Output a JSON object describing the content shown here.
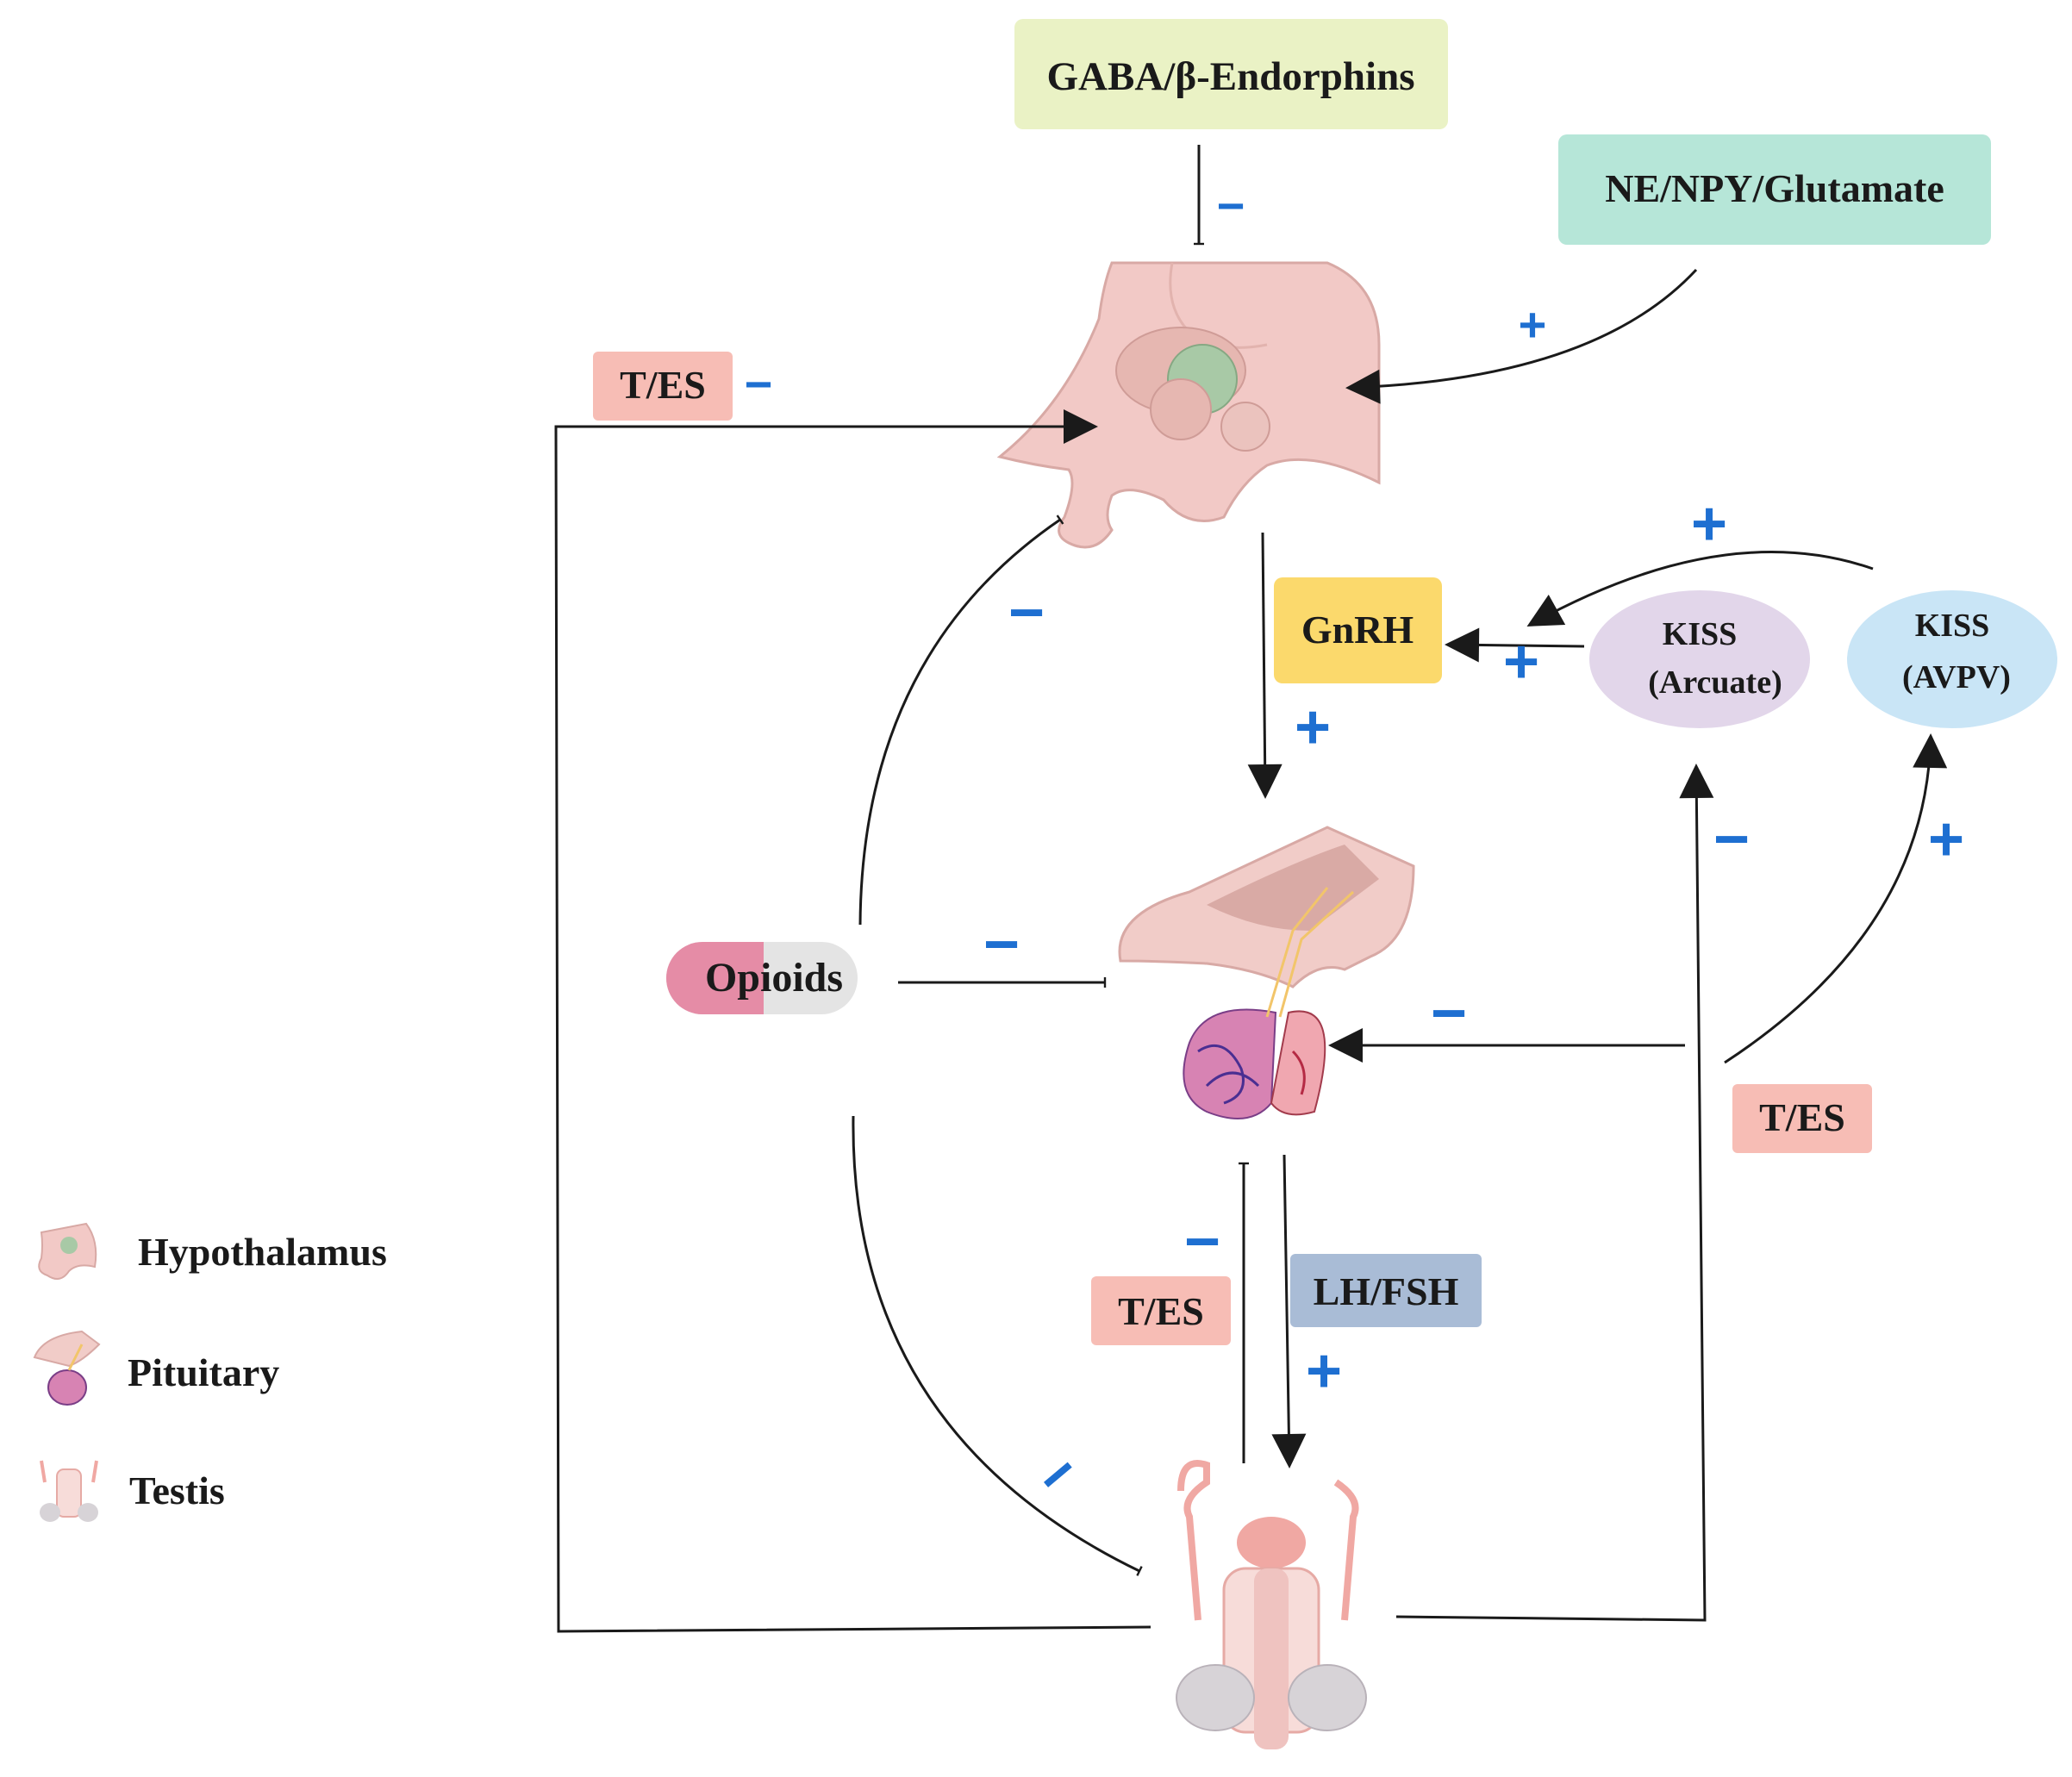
{
  "nodes": {
    "gaba": {
      "label": "GABA/β-Endorphins",
      "color": "#eaf2c5"
    },
    "ne": {
      "label": "NE/NPY/Glutamate",
      "color": "#b6e6d8"
    },
    "gnrh": {
      "label": "GnRH",
      "color": "#fbd96c"
    },
    "kiss_arcuate": {
      "line1": "KISS",
      "line2": "(Arcuate)",
      "color": "#e2d6ea"
    },
    "kiss_avpv": {
      "line1": "KISS",
      "line2": "(AVPV)",
      "color": "#c9e5f6"
    },
    "opioids": {
      "label": "Opioids",
      "color_left": "#e58ca6",
      "color_right": "#e4e4e4"
    },
    "lh_fsh": {
      "label": "LH/FSH",
      "color": "#a9bcd6"
    },
    "tes_top": {
      "label": "T/ES",
      "color": "#f7bdb5"
    },
    "tes_right": {
      "label": "T/ES",
      "color": "#f7bdb5"
    },
    "tes_bottom": {
      "label": "T/ES",
      "color": "#f7bdb5"
    }
  },
  "signs": {
    "gaba_inhibit": "−",
    "ne_stimulate": "+",
    "tes_top": "−",
    "opioid_hypothalamus": "−",
    "kiss_avpv_to_gnrh": "+",
    "kiss_arcuate_to_gnrh": "+",
    "gnrh_to_pituitary": "+",
    "opioid_pituitary": "−",
    "tes_to_arcuate": "−",
    "tes_to_avpv": "+",
    "tes_to_pituitary": "−",
    "tes_testis_pituitary": "−",
    "lh_fsh": "+",
    "opioid_testis": "−"
  },
  "legend": {
    "items": [
      {
        "icon": "hypothalamus-icon",
        "label": "Hypothalamus"
      },
      {
        "icon": "pituitary-icon",
        "label": "Pituitary"
      },
      {
        "icon": "testis-icon",
        "label": "Testis"
      }
    ]
  },
  "colors": {
    "sign": "#1e6fd1",
    "arrow": "#1a1a1a",
    "organ_pink": "#f2c9c6",
    "organ_dark": "#d8a9a5"
  }
}
